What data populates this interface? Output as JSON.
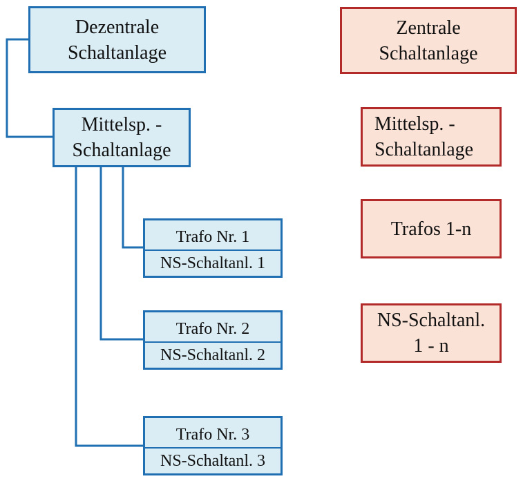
{
  "colors": {
    "blue_border": "#1f6fb2",
    "blue_fill": "#daedf4",
    "red_border": "#b22a2a",
    "red_fill": "#fbe2d6"
  },
  "left": {
    "dezentral": [
      "Dezentrale",
      "Schaltanlage"
    ],
    "mittelsp": [
      "Mittelsp. -",
      "Schaltanlage"
    ],
    "units": [
      {
        "trafo": "Trafo Nr. 1",
        "ns": "NS-Schaltanl. 1"
      },
      {
        "trafo": "Trafo Nr. 2",
        "ns": "NS-Schaltanl. 2"
      },
      {
        "trafo": "Trafo Nr. 3",
        "ns": "NS-Schaltanl. 3"
      }
    ]
  },
  "right": {
    "zentral": [
      "Zentrale",
      "Schaltanlage"
    ],
    "mittelsp": [
      "Mittelsp. -",
      "Schaltanlage"
    ],
    "trafos": [
      "Trafos 1-n"
    ],
    "ns": [
      "NS-Schaltanl.",
      "1 - n"
    ]
  }
}
